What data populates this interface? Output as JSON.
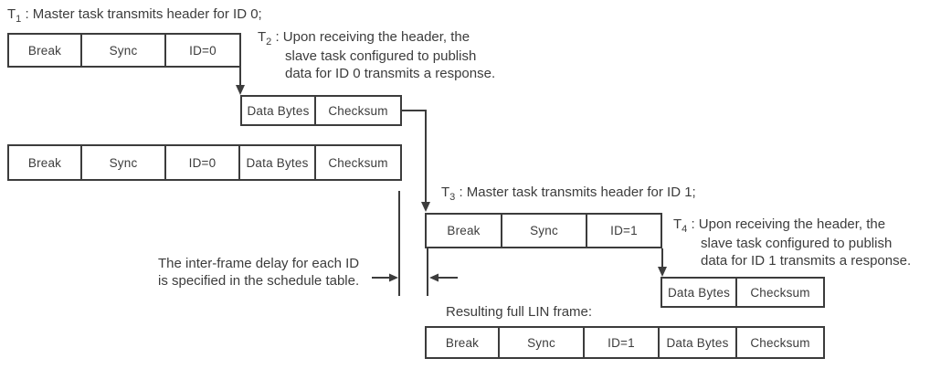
{
  "colors": {
    "ink": "#3c3c3c",
    "background": "#ffffff"
  },
  "labels": {
    "t1": {
      "prefix": "T",
      "sub": "1",
      "text": " : Master task transmits header for ID 0;"
    },
    "t2": {
      "prefix": "T",
      "sub": "2",
      "line1": " : Upon receiving the header, the",
      "line2": "slave task configured to publish",
      "line3": "data for ID 0 transmits a response."
    },
    "t3": {
      "prefix": "T",
      "sub": "3",
      "text": " : Master task transmits header for ID 1;"
    },
    "t4": {
      "prefix": "T",
      "sub": "4",
      "line1": " : Upon receiving the header, the",
      "line2": "slave task configured to publish",
      "line3": "data for ID 1 transmits a response."
    },
    "inter_frame_note": {
      "line1": "The inter-frame delay for each ID",
      "line2": "is specified in the schedule table."
    },
    "resulting_frame_label": "Resulting full LIN frame:"
  },
  "frames": {
    "header_id0": {
      "cells": [
        "Break",
        "Sync",
        "ID=0"
      ]
    },
    "response_id0": {
      "cells": [
        "Data Bytes",
        "Checksum"
      ]
    },
    "full_id0": {
      "cells": [
        "Break",
        "Sync",
        "ID=0",
        "Data Bytes",
        "Checksum"
      ]
    },
    "header_id1": {
      "cells": [
        "Break",
        "Sync",
        "ID=1"
      ]
    },
    "response_id1": {
      "cells": [
        "Data Bytes",
        "Checksum"
      ]
    },
    "full_id1": {
      "cells": [
        "Break",
        "Sync",
        "ID=1",
        "Data Bytes",
        "Checksum"
      ]
    }
  }
}
